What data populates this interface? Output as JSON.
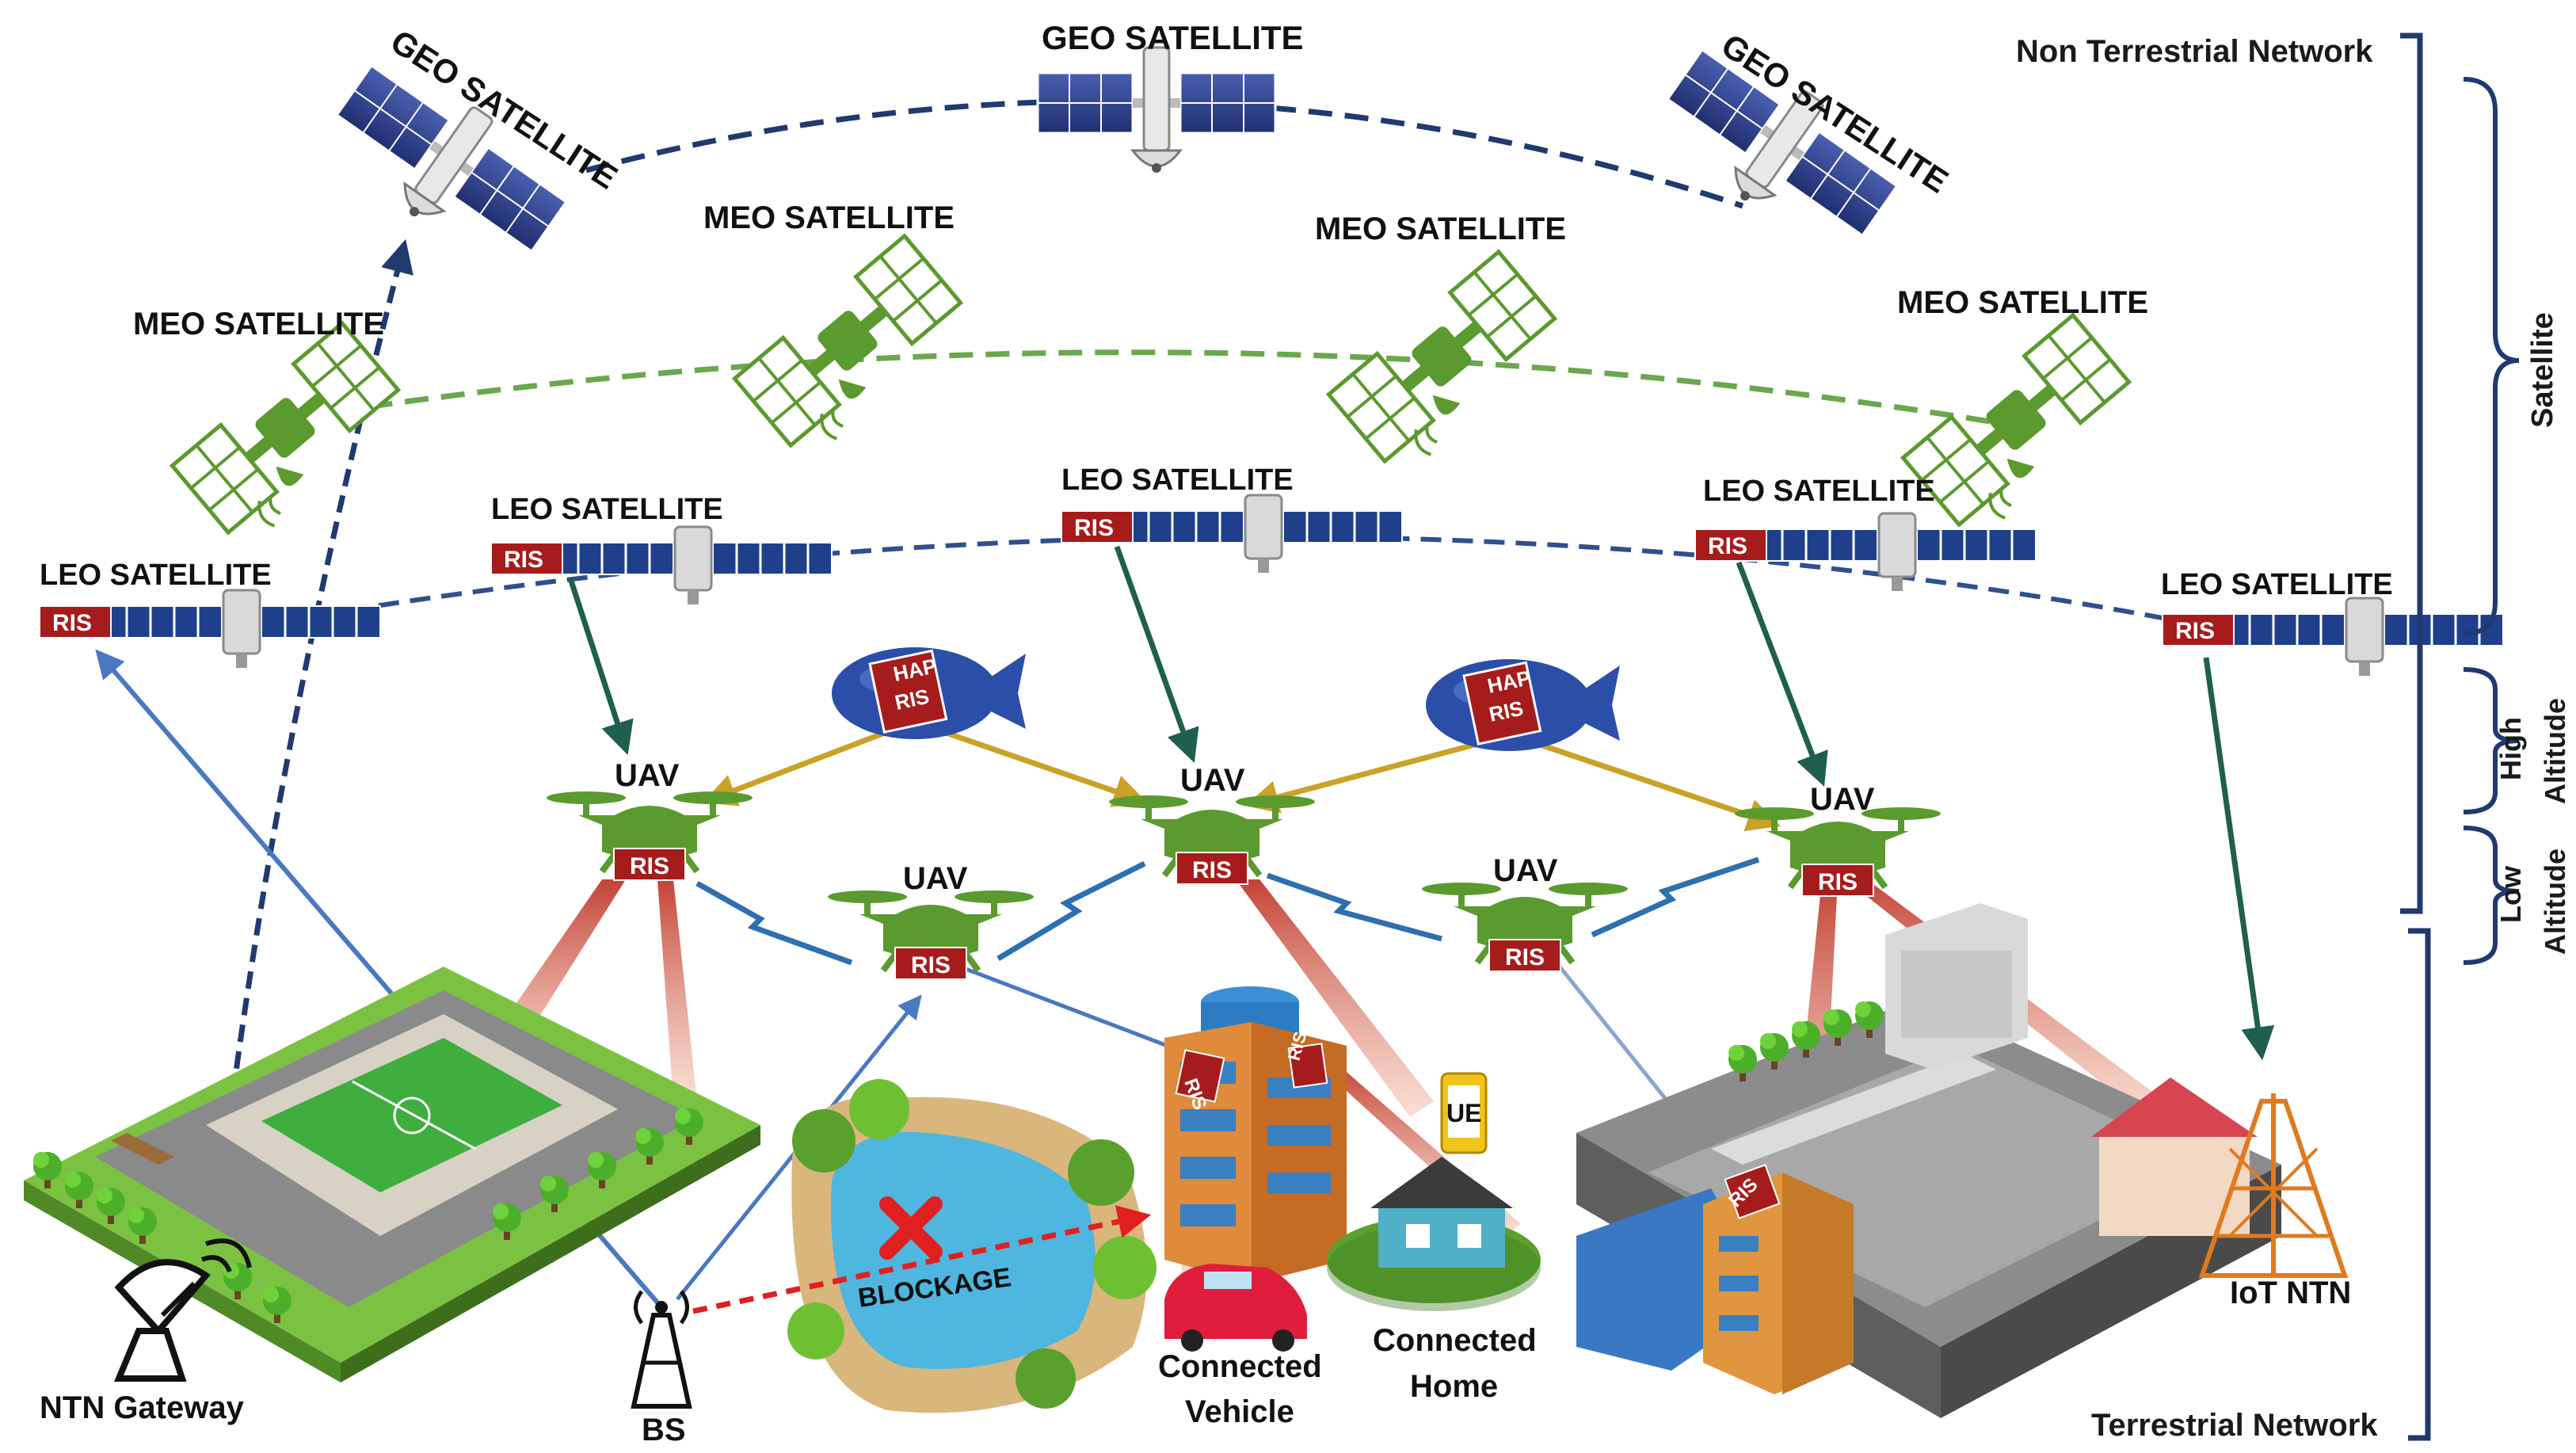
{
  "labels": {
    "geo": "GEO SATELLITE",
    "meo": "MEO SATELLITE",
    "leo": "LEO SATELLITE",
    "uav": "UAV",
    "ris": "RIS",
    "hap_line1": "HAP",
    "hap_line2": "RIS",
    "blockage": "BLOCKAGE",
    "ue": "UE",
    "ntn_gateway": "NTN Gateway",
    "bs": "BS",
    "connected_vehicle_1": "Connected",
    "connected_vehicle_2": "Vehicle",
    "connected_home_1": "Connected",
    "connected_home_2": "Home",
    "iot_ntn": "IoT NTN"
  },
  "side_labels": {
    "non_terrestrial": "Non Terrestrial Network",
    "terrestrial": "Terrestrial Network",
    "satellite": "Satellite",
    "high_altitude_1": "High",
    "high_altitude_2": "Altitude",
    "low_altitude_1": "Low",
    "low_altitude_2": "Altitude"
  },
  "colors": {
    "geo_orbit": "#1f3a6e",
    "meo_orbit": "#6aa84f",
    "leo_orbit": "#2f4f8f",
    "ris_red": "#a61c1c",
    "uav_green": "#5b9a2e",
    "leo_link": "#1e5f4f",
    "bs_link": "#4a78c2",
    "blockage": "#e02020",
    "bracket": "#1f3a6e",
    "panel_blue": "#2b3f8c",
    "grass": "#7cc242"
  }
}
